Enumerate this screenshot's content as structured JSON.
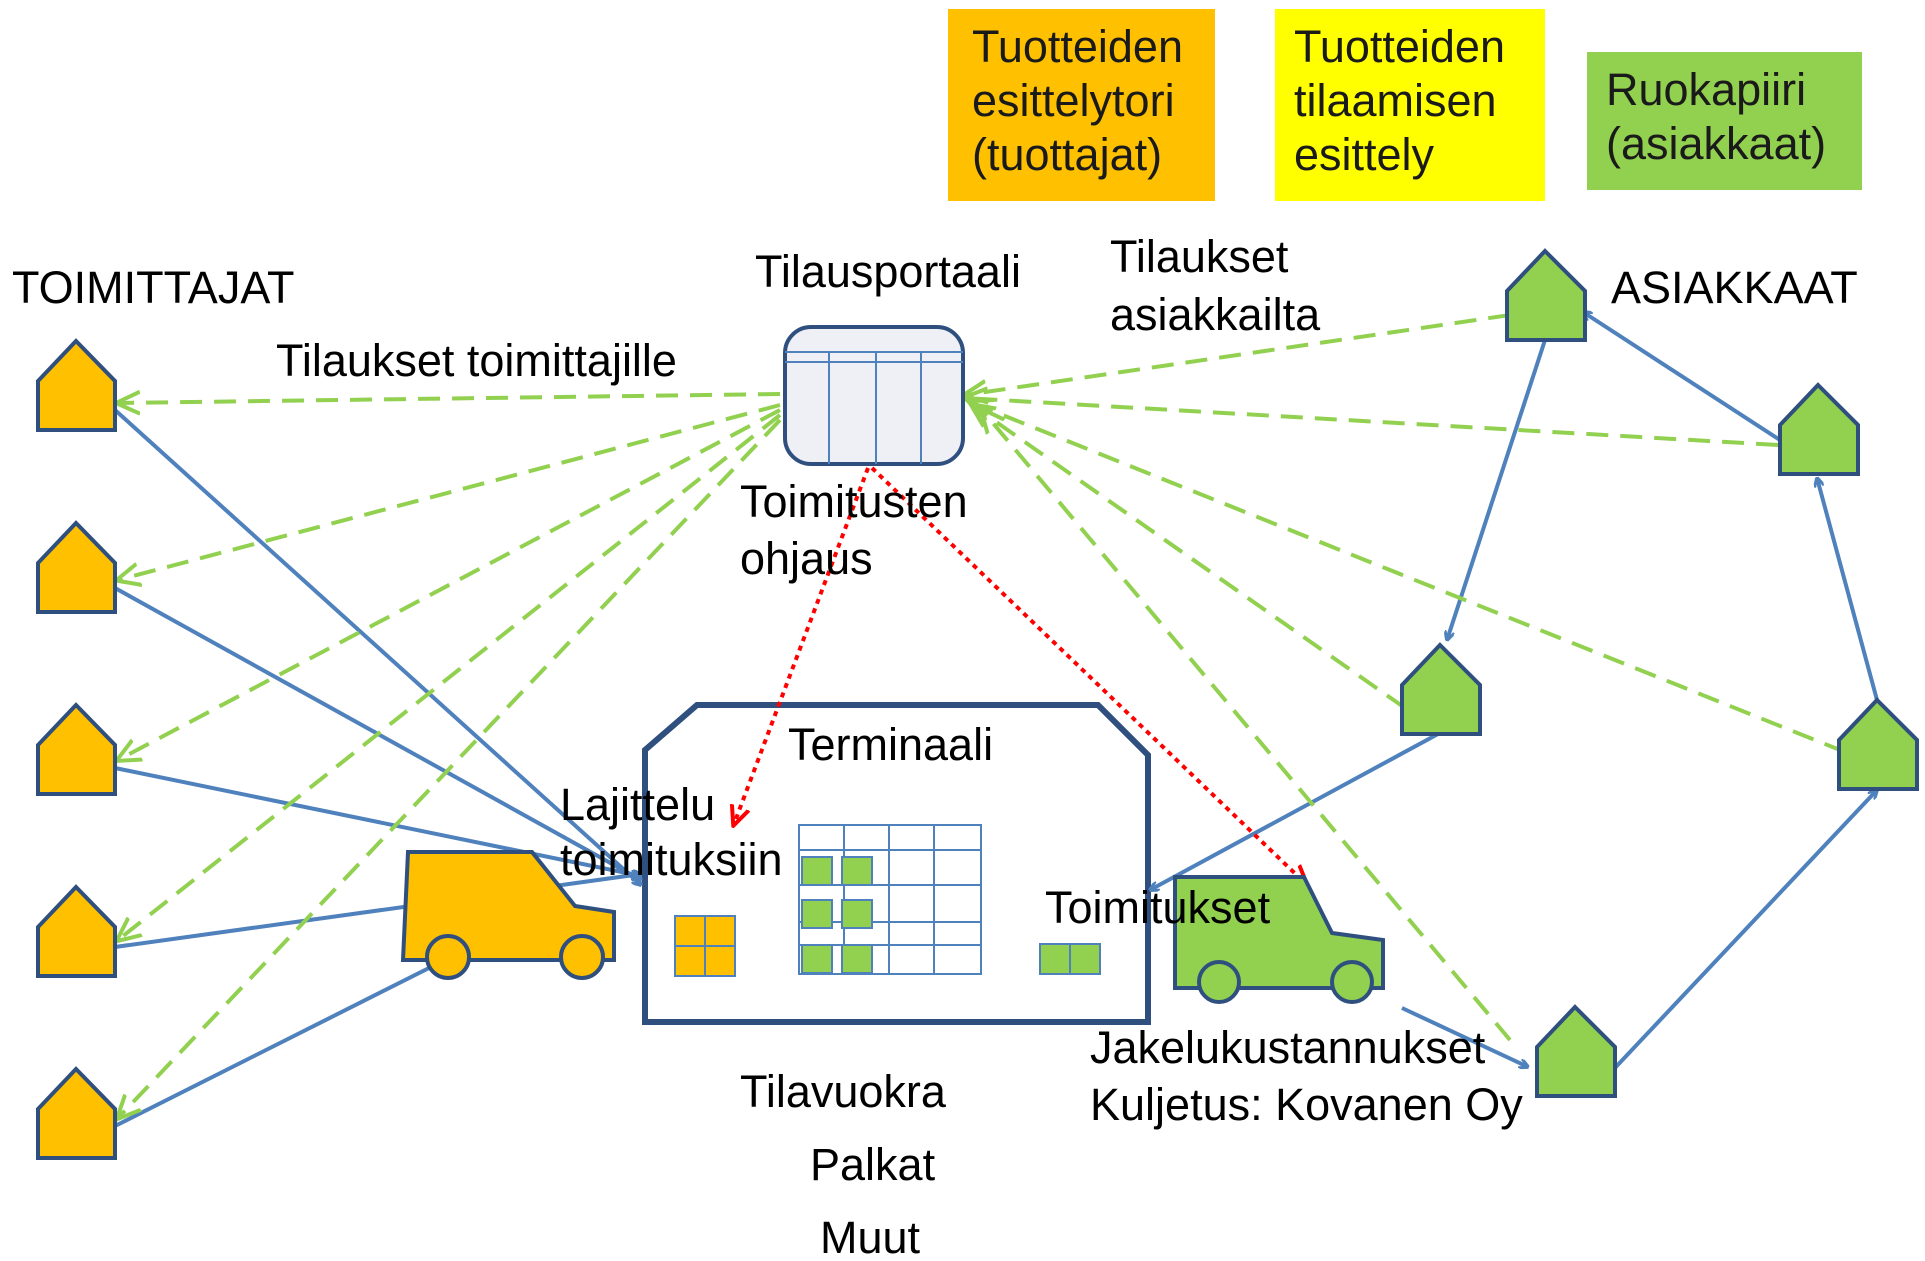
{
  "legend": {
    "producers_line1": "Tuotteiden",
    "producers_line2": "esittelytori",
    "producers_line3": "(tuottajat)",
    "ordering_line1": "Tuotteiden",
    "ordering_line2": "tilaamisen",
    "ordering_line3": "esittely",
    "foodcircle_line1": "Ruokapiiri",
    "foodcircle_line2": "(asiakkaat)"
  },
  "labels": {
    "suppliers": "TOIMITTAJAT",
    "customers": "ASIAKKAAT",
    "portal": "Tilausportaali",
    "orders_to_suppliers": "Tilaukset toimittajille",
    "orders_from_customers_line1": "Tilaukset",
    "orders_from_customers_line2": "asiakkailta",
    "delivery_control_line1": "Toimitusten",
    "delivery_control_line2": "ohjaus",
    "terminal": "Terminaali",
    "sorting_line1": "Lajittelu",
    "sorting_line2": "toimituksiin",
    "deliveries": "Toimitukset",
    "distribution_costs": "Jakelukustannukset",
    "transport": "Kuljetus: Kovanen Oy",
    "rent": "Tilavuokra",
    "wages": "Palkat",
    "other": "Muut"
  },
  "colors": {
    "supplier_orange": "#FFC000",
    "ordering_yellow": "#FFFF00",
    "customer_green": "#92D050",
    "flow_blue": "#4F81BD",
    "order_dash_green": "#92D050",
    "control_red": "#FF0000",
    "outline_navy": "#2F4F7F",
    "portal_fill": "#EEF0F5"
  },
  "icons": {
    "supplier": "house-icon",
    "customer": "house-icon",
    "portal": "portal-table-icon",
    "supplier_van": "van-icon",
    "delivery_van": "van-icon",
    "terminal": "building-icon"
  }
}
